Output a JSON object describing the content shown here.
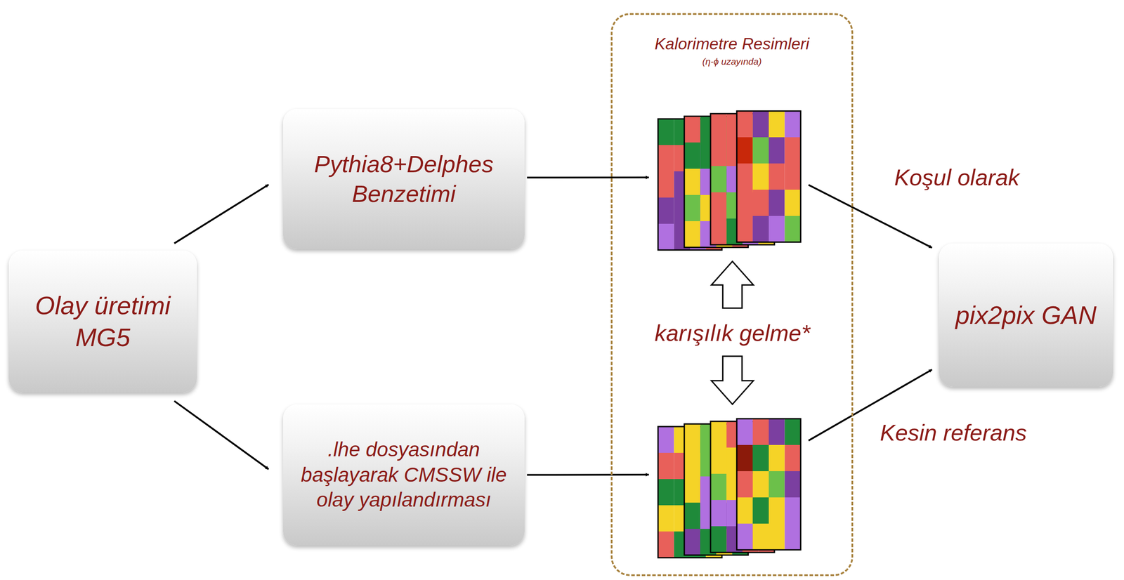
{
  "diagram": {
    "nodes": [
      {
        "text": [
          "Olay üretimi MG5"
        ]
      },
      {
        "text": [
          "Pythia8+Delphes Benzetimi"
        ]
      },
      {
        "text": [
          ".lhe dosyasından başlayarak CMSSW ile olay yapılandırması"
        ]
      },
      {
        "text": [
          "Kalorimetre  Resimleri",
          "(η-ϕ uzayında)"
        ]
      },
      {
        "text": [
          "pix2pix GAN"
        ]
      }
    ],
    "edges": [
      {
        "from": 0,
        "to": 1,
        "arrow": "to"
      },
      {
        "from": 0,
        "to": 2,
        "arrow": "to"
      },
      {
        "from": 1,
        "to": 3,
        "arrow": "to"
      },
      {
        "from": 2,
        "to": 3,
        "arrow": "to"
      },
      {
        "from": 3,
        "to": 4,
        "label": "Koşul olarak",
        "arrow": "to"
      },
      {
        "from": 3,
        "to": 4,
        "label": "Kesin referans",
        "arrow": "to"
      }
    ],
    "labels": [
      "karışılık gelme*"
    ]
  }
}
